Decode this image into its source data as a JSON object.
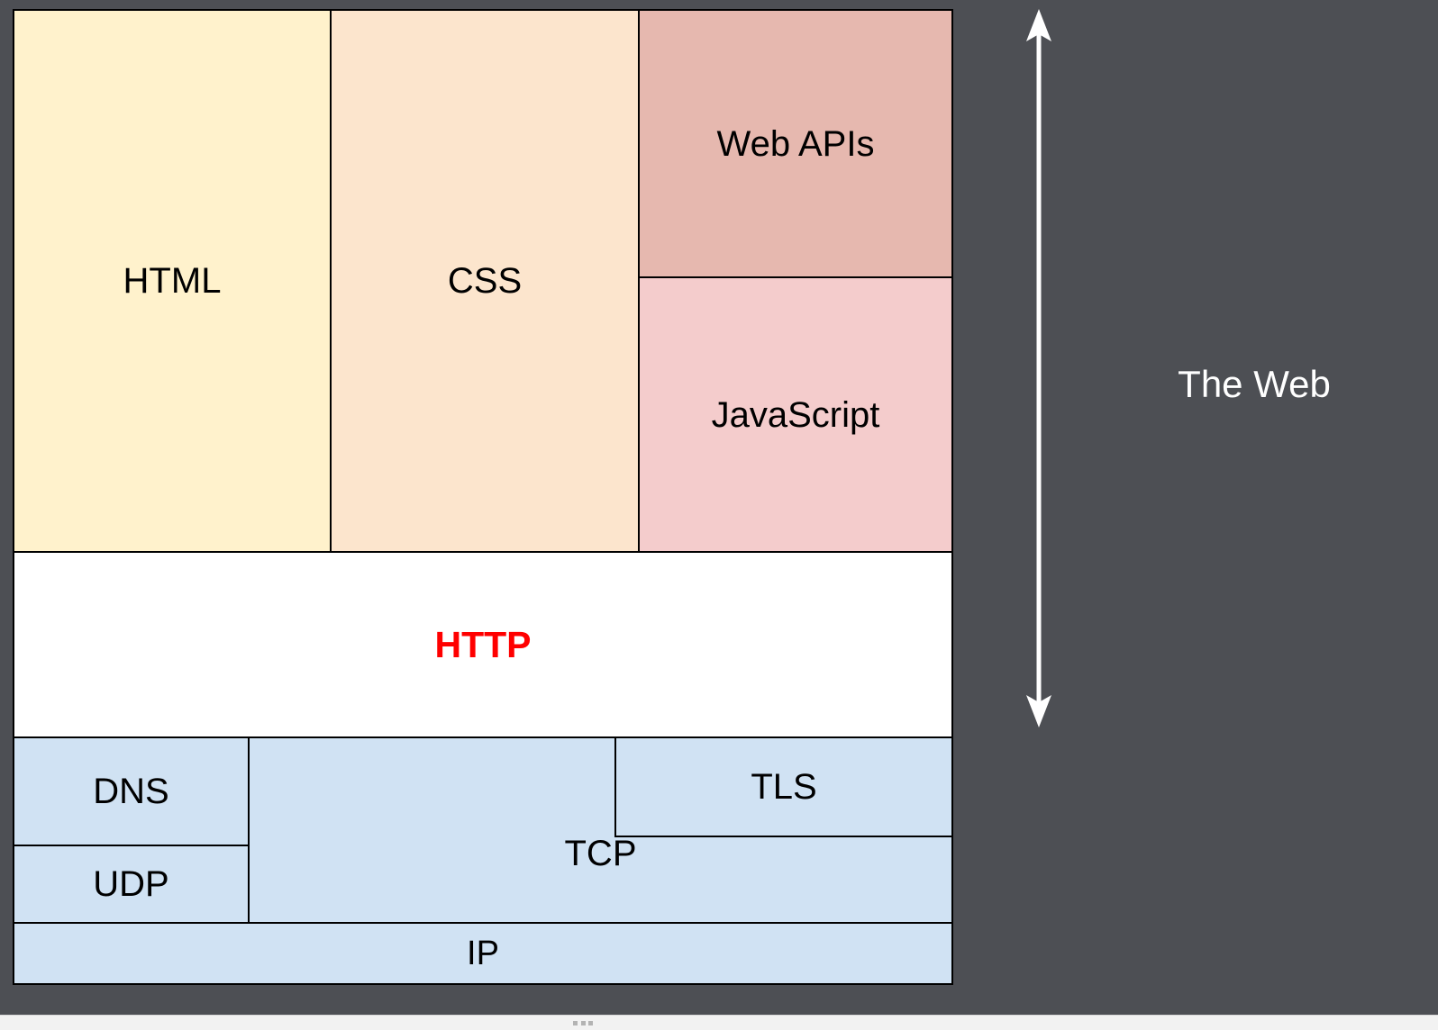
{
  "diagram": {
    "title": "Web technology stack layers",
    "background_color": "#4d4f54",
    "layers": {
      "presentation": [
        {
          "label": "HTML",
          "color": "#fff2cc"
        },
        {
          "label": "CSS",
          "color": "#fce5cd"
        },
        {
          "label": "Web APIs",
          "color": "#e6b8af"
        },
        {
          "label": "JavaScript",
          "color": "#f4cccc"
        }
      ],
      "protocol": [
        {
          "label": "HTTP",
          "color": "#ffffff",
          "text_color": "#ff0000",
          "bold": true
        }
      ],
      "network": [
        {
          "label": "DNS",
          "color": "#d0e2f3"
        },
        {
          "label": "UDP",
          "color": "#d0e2f3"
        },
        {
          "label": "TLS",
          "color": "#d0e2f3"
        },
        {
          "label": "TCP",
          "color": "#d0e2f3"
        },
        {
          "label": "IP",
          "color": "#d0e2f3"
        }
      ]
    },
    "annotation": {
      "label": "The Web",
      "color": "#ffffff",
      "arrow": "double-headed-vertical-arrow"
    }
  }
}
